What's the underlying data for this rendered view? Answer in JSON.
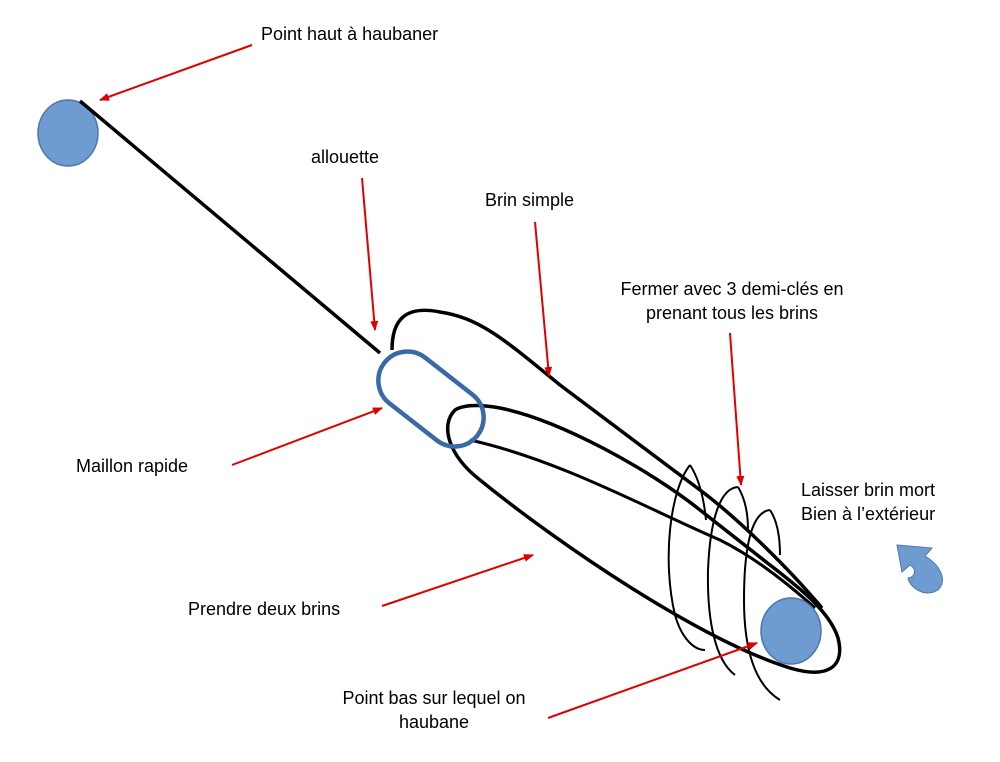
{
  "labels": {
    "point_haut": "Point haut à haubaner",
    "allouette": "allouette",
    "brin_simple": "Brin simple",
    "fermer_line1": "Fermer avec 3 demi-clés en",
    "fermer_line2": "prenant tous les brins",
    "laisser_line1": "Laisser brin mort",
    "laisser_line2": "Bien à l’extérieur",
    "maillon": "Maillon rapide",
    "prendre": "Prendre deux brins",
    "point_bas_line1": "Point bas sur lequel on",
    "point_bas_line2": "haubane"
  },
  "colors": {
    "rope": "#000000",
    "arrow": "#e00000",
    "anchor_fill": "#6e9bd0",
    "anchor_stroke": "#4a78b0",
    "shackle": "#3a69a8",
    "direction_arrow": "#6e9bd0"
  }
}
